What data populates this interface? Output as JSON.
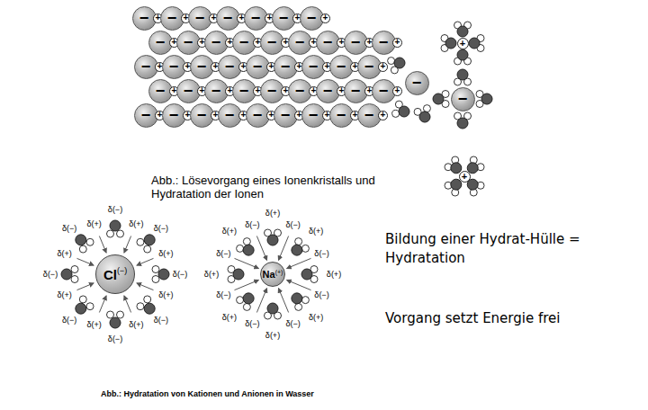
{
  "diagram": {
    "nodes": [
      {
        "text": [
          "−"
        ]
      },
      {
        "text": [
          "+"
        ]
      },
      {
        "text": [
          "−"
        ]
      },
      {
        "text": [
          "+"
        ]
      },
      {
        "text": [
          "−"
        ]
      },
      {
        "text": [
          "+"
        ]
      },
      {
        "text": [
          "−"
        ]
      },
      {
        "text": [
          "+"
        ]
      },
      {
        "text": [
          "−"
        ]
      },
      {
        "text": [
          "+"
        ]
      },
      {
        "text": [
          "−"
        ]
      },
      {
        "text": [
          "+"
        ]
      },
      {
        "text": [
          "−"
        ]
      },
      {
        "text": [
          "+"
        ]
      },
      {
        "text": [
          "−"
        ]
      },
      {
        "text": [
          "+"
        ]
      },
      {
        "text": [
          "−"
        ]
      },
      {
        "text": [
          "+"
        ]
      },
      {
        "text": [
          "−"
        ]
      },
      {
        "text": [
          "+"
        ]
      },
      {
        "text": [
          "−"
        ]
      },
      {
        "text": [
          "+"
        ]
      },
      {
        "text": [
          "−"
        ]
      },
      {
        "text": [
          "+"
        ]
      },
      {
        "text": [
          "−"
        ]
      },
      {
        "text": [
          "+"
        ]
      },
      {
        "text": [
          "−"
        ]
      },
      {
        "text": [
          "+"
        ]
      },
      {
        "text": [
          "−"
        ]
      },
      {
        "text": [
          "+"
        ]
      },
      {
        "text": [
          "−"
        ]
      },
      {
        "text": [
          "+"
        ]
      },
      {
        "text": [
          "−"
        ]
      },
      {
        "text": [
          "+"
        ]
      },
      {
        "text": [
          "−"
        ]
      },
      {
        "text": [
          "+"
        ]
      },
      {
        "text": [
          "−"
        ]
      },
      {
        "text": [
          "+"
        ]
      },
      {
        "text": [
          "−"
        ]
      },
      {
        "text": [
          "+"
        ]
      },
      {
        "text": [
          "−"
        ]
      },
      {
        "text": [
          "+"
        ]
      },
      {
        "text": [
          "−"
        ]
      },
      {
        "text": [
          "+"
        ]
      },
      {
        "text": [
          "−"
        ]
      },
      {
        "text": [
          "+"
        ]
      },
      {
        "text": [
          "−"
        ]
      },
      {
        "text": [
          "+"
        ]
      },
      {
        "text": [
          "−"
        ]
      },
      {
        "text": [
          "+"
        ]
      },
      {
        "text": [
          "−"
        ]
      },
      {
        "text": [
          "+"
        ]
      },
      {
        "text": [
          "−"
        ]
      },
      {
        "text": [
          "+"
        ]
      },
      {
        "text": [
          "−"
        ]
      },
      {
        "text": [
          "+"
        ]
      },
      {
        "text": [
          "−"
        ]
      },
      {
        "text": [
          "+"
        ]
      },
      {
        "text": [
          "−"
        ]
      },
      {
        "text": [
          "+"
        ]
      },
      {
        "text": [
          "−"
        ]
      },
      {
        "text": [
          "+"
        ]
      },
      {
        "text": [
          "−"
        ]
      },
      {
        "text": [
          "+"
        ]
      },
      {
        "text": [
          "−"
        ]
      },
      {
        "text": [
          "+"
        ]
      },
      {
        "text": [
          "−"
        ]
      },
      {
        "text": [
          "+"
        ]
      },
      {
        "text": [
          "−"
        ]
      },
      {
        "text": [
          "+"
        ]
      },
      {
        "text": [
          "−"
        ]
      },
      {
        "text": [
          "+"
        ]
      },
      {
        "text": [
          "−"
        ]
      },
      {
        "text": [
          "+"
        ]
      },
      {
        "text": [
          "−"
        ]
      },
      {
        "text": [
          "+"
        ]
      },
      {
        "text": [
          "−"
        ]
      },
      {
        "text": [
          "+"
        ]
      },
      {
        "text": [
          "−"
        ]
      },
      {
        "text": [
          "+"
        ]
      },
      {
        "text": [
          "−"
        ]
      },
      {
        "text": [
          "+"
        ]
      },
      {
        "text": [
          "−"
        ]
      },
      {
        "text": [
          "+"
        ]
      },
      {
        "text": [
          "−"
        ]
      },
      {
        "text": [
          "+"
        ]
      },
      {
        "text": [
          "−"
        ]
      },
      {
        "text": [
          "+"
        ]
      },
      {
        "text": [
          "−"
        ]
      },
      {
        "text": [
          "+"
        ]
      },
      {
        "text": [
          "Cl",
          "(−)"
        ]
      },
      {
        "text": [
          "Na",
          "(+)"
        ]
      }
    ],
    "labels": [
      "Abb.: Lösevorgang eines Ionenkristalls und Hydratation der Ionen",
      "δ(−)",
      "δ(+)",
      "δ(−)",
      "δ(+)",
      "δ(−)",
      "δ(+)",
      "δ(−)",
      "δ(+)",
      "δ(−)",
      "δ(+)",
      "δ(−)",
      "δ(+)",
      "δ(−)",
      "δ(+)",
      "δ(−)",
      "δ(+)",
      "δ(+)",
      "δ(−)",
      "δ(+)",
      "δ(−)",
      "δ(+)",
      "δ(−)",
      "δ(+)",
      "δ(−)",
      "δ(+)",
      "δ(−)",
      "δ(+)",
      "δ(−)",
      "δ(+)",
      "δ(−)",
      "δ(+)",
      "δ(−)",
      "Abb.: Hydratation von Kationen und Anionen in Wasser",
      "Bildung einer Hydrat-Hülle = Hydratation",
      "Vorgang setzt Energie frei"
    ]
  }
}
